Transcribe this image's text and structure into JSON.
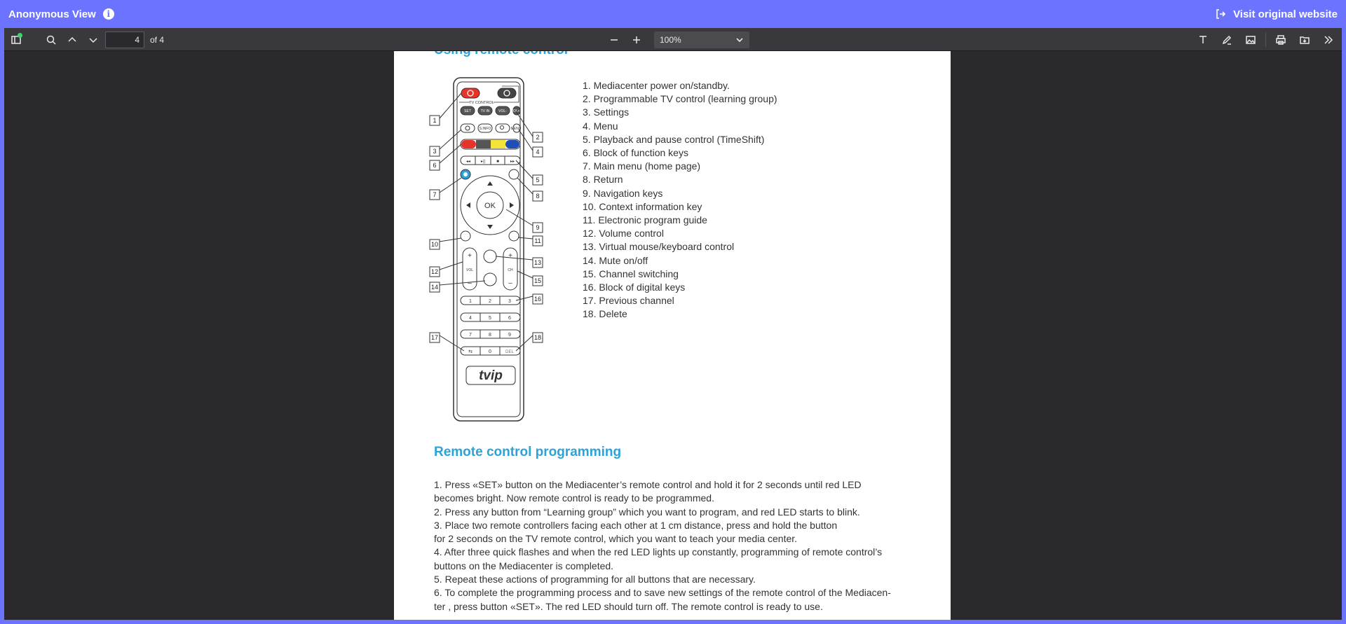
{
  "app": {
    "title": "Anonymous View",
    "visit_label": "Visit original website"
  },
  "toolbar": {
    "page_number": "4",
    "page_count": "of 4",
    "zoom": "100%"
  },
  "document": {
    "heading_top": "Using remote control",
    "legend": [
      "1. Mediacenter power on/standby.",
      "2. Programmable TV control (learning group)",
      "3. Settings",
      "4. Menu",
      "5. Playback and pause control (TimeShift)",
      "6. Block of  function keys",
      "7. Main menu (home page)",
      "8. Return",
      "9. Navigation keys",
      "10. Context information key",
      "11. Electronic program guide",
      "12. Volume control",
      "13. Virtual mouse/keyboard control",
      "14. Mute on/off",
      "15. Channel switching",
      "16. Block of digital keys",
      "17. Previous channel",
      "18. Delete"
    ],
    "heading_programming": "Remote control programming",
    "instructions": [
      "1. Press «SET» button on the Mediacenter’s remote control and hold it for 2 seconds until red LED",
      "becomes bright. Now remote control is ready to be programmed.",
      "2. Press any button from “Learning group” which you want to program, and red LED starts to blink.",
      "3. Place two remote controllers facing each other at 1 cm distance, press and hold the button",
      "for 2 seconds on the TV remote control, which you want to teach your media center.",
      "4. After three quick flashes and when the red LED lights up constantly, programming of remote control’s",
      "buttons on the Mediacenter is completed.",
      "5. Repeat these actions of programming for all buttons that are necessary.",
      "6. To complete the programming process and to save new settings of the remote control of the Mediacen-",
      "ter , press button «SET». The red LED should turn off. The remote control is ready to use."
    ]
  },
  "remote": {
    "tv_control_label": "TV CONTROL",
    "row1": [
      "SET",
      "TV IN",
      "VOL-",
      "VOL+"
    ],
    "row2": [
      "",
      "S.INFO",
      "",
      "MENU"
    ],
    "ok_label": "OK",
    "vol_label": "VOL",
    "ch_label": "CH",
    "digits": [
      "1",
      "2",
      "3",
      "4",
      "5",
      "6",
      "7",
      "8",
      "9",
      "",
      "0",
      "DEL"
    ],
    "brand": "tvip",
    "callouts": [
      "1",
      "2",
      "3",
      "4",
      "5",
      "6",
      "7",
      "8",
      "9",
      "10",
      "11",
      "12",
      "13",
      "14",
      "15",
      "16",
      "17",
      "18"
    ]
  }
}
